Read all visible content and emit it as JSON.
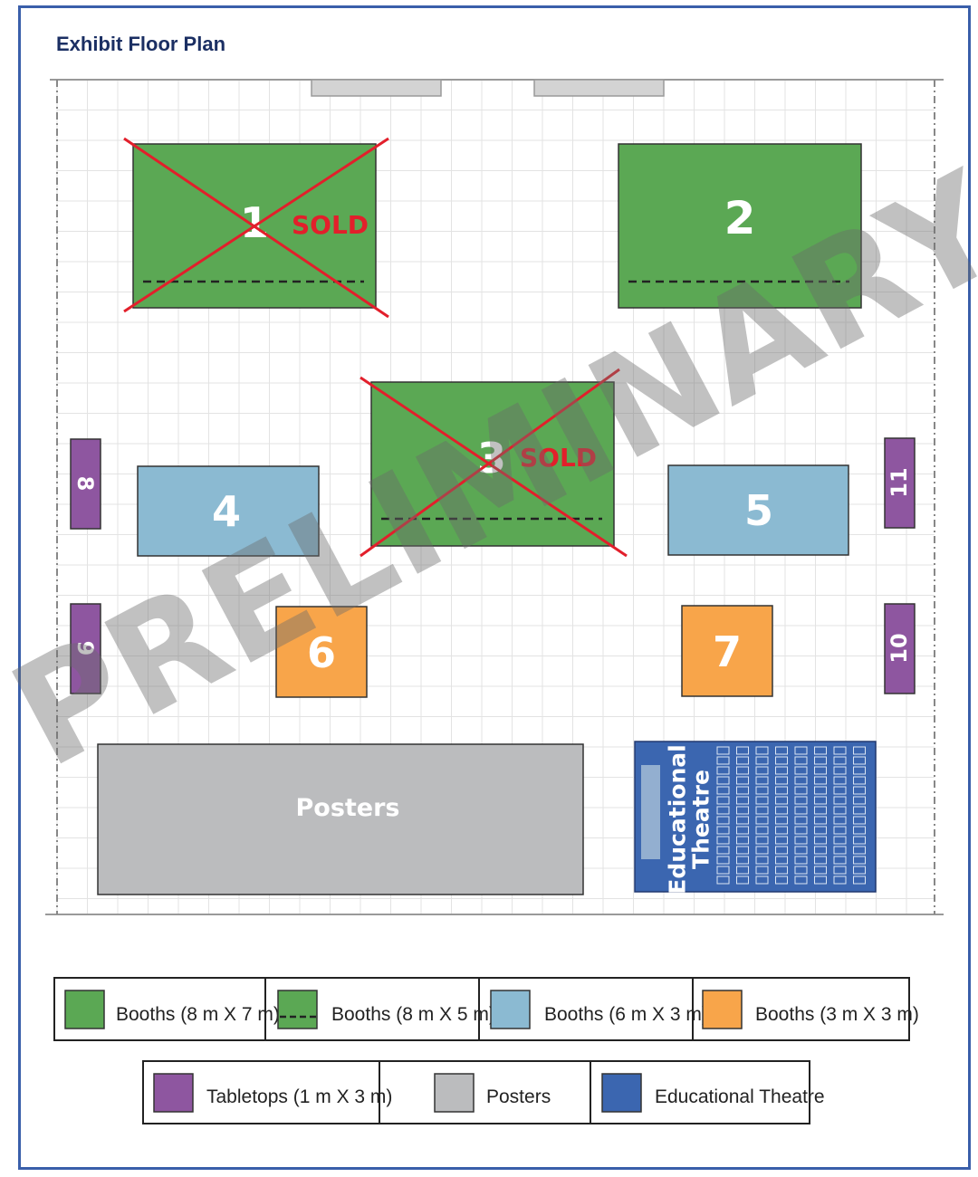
{
  "title": "Exhibit Floor Plan",
  "watermark": "PRELIMINARY",
  "booths": [
    {
      "label": "1",
      "type": "booth-8x7",
      "status": "SOLD"
    },
    {
      "label": "2",
      "type": "booth-8x7",
      "status": ""
    },
    {
      "label": "3",
      "type": "booth-8x7",
      "status": "SOLD"
    },
    {
      "label": "4",
      "type": "booth-6x3",
      "status": ""
    },
    {
      "label": "5",
      "type": "booth-6x3",
      "status": ""
    },
    {
      "label": "6",
      "type": "booth-3x3",
      "status": ""
    },
    {
      "label": "7",
      "type": "booth-3x3",
      "status": ""
    },
    {
      "label": "8",
      "type": "tabletop",
      "status": ""
    },
    {
      "label": "9",
      "type": "tabletop",
      "status": ""
    },
    {
      "label": "10",
      "type": "tabletop",
      "status": ""
    },
    {
      "label": "11",
      "type": "tabletop",
      "status": ""
    }
  ],
  "areas": {
    "posters": "Posters",
    "theatre_line1": "Educational",
    "theatre_line2": "Theatre"
  },
  "legend": [
    {
      "label": "Booths (8 m X 7 m)",
      "color": "#5ba854"
    },
    {
      "label": "Booths (8 m X 5 m)",
      "color": "#5ba854"
    },
    {
      "label": "Booths (6 m X 3 m)",
      "color": "#8bbad2"
    },
    {
      "label": "Booths  (3 m X 3 m)",
      "color": "#f8a54a"
    },
    {
      "label": "Tabletops  (1 m X 3 m)",
      "color": "#8e56a0"
    },
    {
      "label": "Posters",
      "color": "#bbbcbe"
    },
    {
      "label": "Educational Theatre",
      "color": "#3b66b0"
    }
  ],
  "colors": {
    "booth_large": "#5ba854",
    "booth_medium": "#8bbad2",
    "booth_small": "#f8a54a",
    "tabletop": "#8e56a0",
    "posters": "#bbbcbe",
    "theatre": "#3b66b0",
    "sold": "#e21f2b",
    "grid": "#e3e3e3"
  }
}
